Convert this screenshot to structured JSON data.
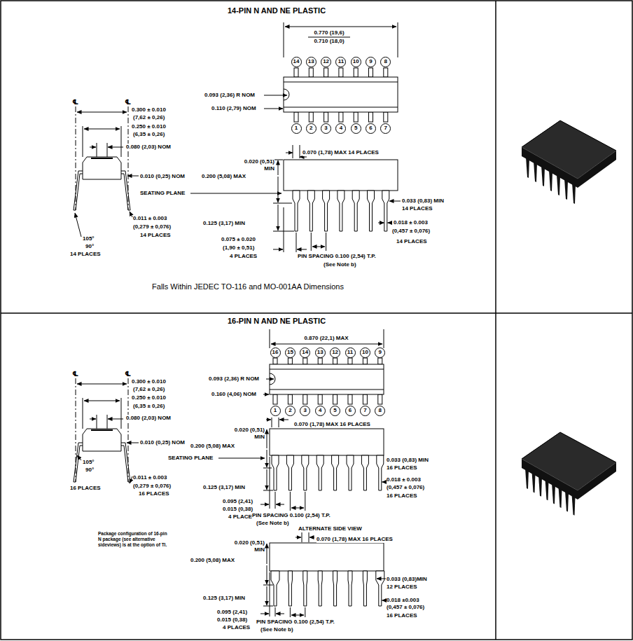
{
  "diagram": {
    "nodes": [
      {
        "text": [
          "14"
        ]
      },
      {
        "text": [
          "13"
        ]
      },
      {
        "text": [
          "12"
        ]
      },
      {
        "text": [
          "11"
        ]
      },
      {
        "text": [
          "10"
        ]
      },
      {
        "text": [
          "9"
        ]
      },
      {
        "text": [
          "8"
        ]
      },
      {
        "text": [
          "1"
        ]
      },
      {
        "text": [
          "2"
        ]
      },
      {
        "text": [
          "3"
        ]
      },
      {
        "text": [
          "4"
        ]
      },
      {
        "text": [
          "5"
        ]
      },
      {
        "text": [
          "6"
        ]
      },
      {
        "text": [
          "7"
        ]
      },
      {
        "text": [
          "16"
        ]
      },
      {
        "text": [
          "15"
        ]
      },
      {
        "text": [
          "14"
        ]
      },
      {
        "text": [
          "13"
        ]
      },
      {
        "text": [
          "12"
        ]
      },
      {
        "text": [
          "11"
        ]
      },
      {
        "text": [
          "10"
        ]
      },
      {
        "text": [
          "9"
        ]
      },
      {
        "text": [
          "1"
        ]
      },
      {
        "text": [
          "2"
        ]
      },
      {
        "text": [
          "3"
        ]
      },
      {
        "text": [
          "4"
        ]
      },
      {
        "text": [
          "5"
        ]
      },
      {
        "text": [
          "6"
        ]
      },
      {
        "text": [
          "7"
        ]
      },
      {
        "text": [
          "8"
        ]
      }
    ],
    "labels": [
      "14-PIN N AND NE PLASTIC",
      "0.770 (19,6)",
      "0.710 (18,0)",
      "0.093 (2,36) R NOM",
      "0.110 (2,79) NOM",
      "℄",
      "℄",
      "0.300 ± 0.010",
      "(7,62 ± 0,26)",
      "0.250 ± 0.010",
      "(6,35 ± 0,26)",
      "0.080 (2,03) NOM",
      "0.010 (0,25) NOM",
      "SEATING PLANE",
      "105°",
      "90°",
      "14 PLACES",
      "0.011 ± 0.003",
      "(0,279 ± 0,076)",
      "14 PLACES",
      "0.070 (1,78) MAX 14 PLACES",
      "0.020 (0,51) MIN",
      "0.200 (5,08) MAX",
      "0.033 (0,83) MIN",
      "14 PLACES",
      "0.018 ± 0.003",
      "(0,457 ± 0,076)",
      "14 PLACES",
      "0.125 (3,17) MIN",
      "0.075 ± 0.020",
      "(1,90 ± 0,51)",
      "4 PLACES",
      "PIN SPACING 0.100 (2,54) T.P.",
      "(See Note b)",
      "Falls Within JEDEC TO-116 and MO-001AA Dimensions",
      "16-PIN N AND NE PLASTIC",
      "0.870 (22,1) MAX",
      "0.093 (2,36) R NOM",
      "0.160 (4,06) NOM",
      "℄",
      "℄",
      "0.300 ± 0.010",
      "(7,62 ± 0,26)",
      "0.250 ± 0.010",
      "(6,35 ± 0,26)",
      "0.080 (2,03) NOM",
      "0.010 (0,25) NOM",
      "SEATING PLANE",
      "105°",
      "90°",
      "16 PLACES",
      "0.011 ± 0.003",
      "(0,279 ± 0,076)",
      "16 PLACES",
      "0.070 (1,78) MAX 16 PLACES",
      "0.020 (0,51) MIN",
      "0.200 (5,08) MAX",
      "0.033 (0,83) MIN",
      "16 PLACES",
      "0.018 ± 0.003",
      "(0,457 ± 0,076)",
      "16 PLACES",
      "0.125 (3,17) MIN",
      "0.095 (2,41)",
      "0.015 (0,38)",
      "4 PLACES",
      "PIN SPACING 0.100 (2,54) T.P.",
      "(See Note b)",
      "ALTERNATE SIDE VIEW",
      "Package configuration of 16-pin N package (see alternative sideviews) is at the option of TI.",
      "0.020 (0,51) MIN",
      "0.070 (1,78) MAX 16 PLACES",
      "0.200 (5,08) MAX",
      "0.033 (0,83)MIN",
      "12 PLACES",
      "0.018 ±0.003",
      "(0,457 ± 0,076)",
      "16 PLACES",
      "0.125 (3,17) MIN",
      "0.095 (2,41)",
      "0.015 (0,38)",
      "4 PLACES",
      "PIN SPACING 0.100 (2,54) T.P.",
      "(See Note b)"
    ]
  }
}
